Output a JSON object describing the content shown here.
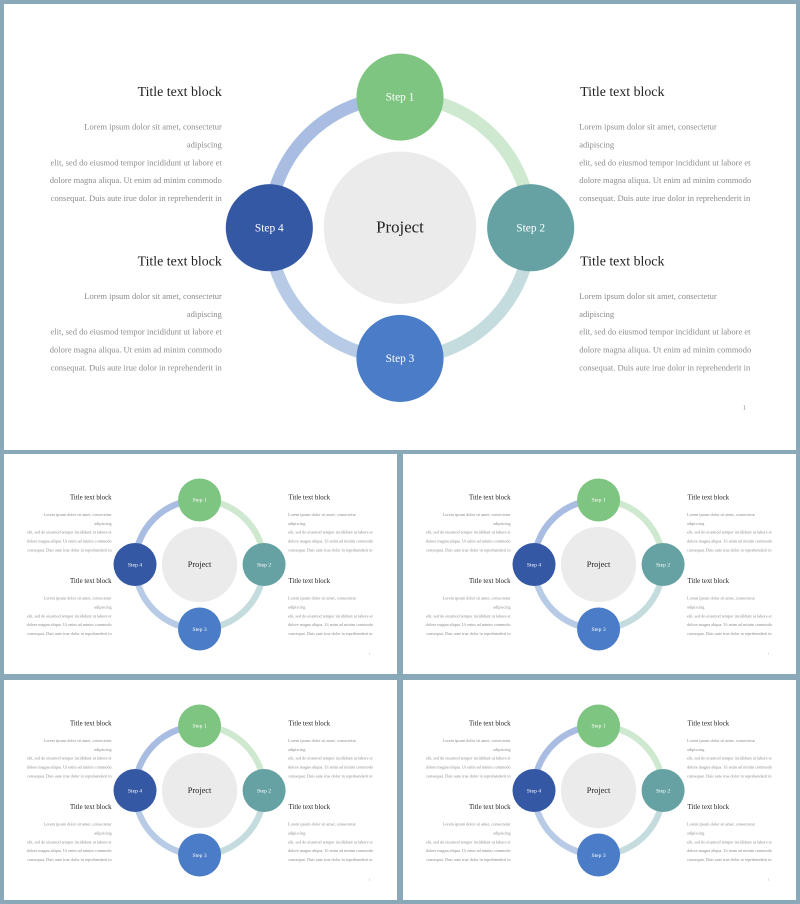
{
  "diagram": {
    "center_label": "Project",
    "steps": [
      {
        "label": "Step 1",
        "color": "#7fc582",
        "arc_color": "#cfe8d0"
      },
      {
        "label": "Step 2",
        "color": "#66a2a4",
        "arc_color": "#c5dcde"
      },
      {
        "label": "Step 3",
        "color": "#4a7cc7",
        "arc_color": "#b8cbe6"
      },
      {
        "label": "Step 4",
        "color": "#3558a5",
        "arc_color": "#a9bde2"
      }
    ],
    "center_color": "#ebebeb"
  },
  "blocks": [
    {
      "title": "Title text block",
      "lines": [
        "Lorem ipsum dolor sit amet, consectetur adipiscing",
        "elit, sed do eiusmod tempor incididunt ut labore et",
        "dolore magna aliqua. Ut enim ad minim commodo",
        "consequat. Duis aute irue dolor in reprehenderit in"
      ]
    },
    {
      "title": "Title text block",
      "lines": [
        "Lorem ipsum dolor sit amet, consectetur adipiscing",
        "elit, sed do eiusmod tempor incididunt ut labore et",
        "dolore magna aliqua. Ut enim ad minim commodo",
        "consequat. Duis aute irue dolor in reprehenderit in"
      ]
    },
    {
      "title": "Title text block",
      "lines": [
        "Lorem ipsum dolor sit amet, consectetur adipiscing",
        "elit, sed do eiusmod tempor incididunt ut labore et",
        "dolore magna aliqua. Ut enim ad minim commodo",
        "consequat. Duis aute irue dolor in reprehenderit in"
      ]
    },
    {
      "title": "Title text block",
      "lines": [
        "Lorem ipsum dolor sit amet, consectetur adipiscing",
        "elit, sed do eiusmod tempor incididunt ut labore et",
        "dolore magna aliqua. Ut enim ad minim commodo",
        "consequat. Duis aute irue dolor in reprehenderit in"
      ]
    }
  ],
  "page_number": "1"
}
